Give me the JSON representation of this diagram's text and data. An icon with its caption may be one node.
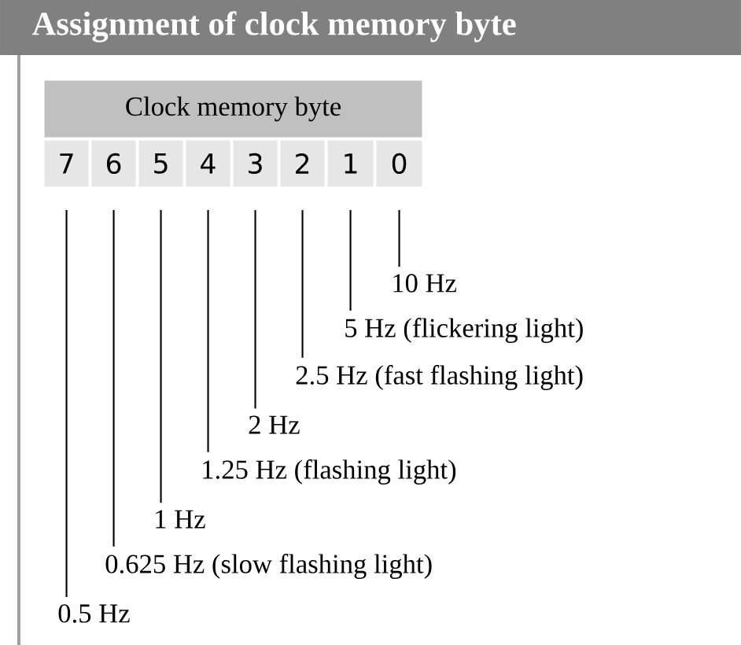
{
  "diagram": {
    "title": "Assignment of clock memory byte",
    "nodes": [
      {
        "text": [
          "Clock memory byte"
        ]
      },
      {
        "text": [
          "7"
        ]
      },
      {
        "text": [
          "6"
        ]
      },
      {
        "text": [
          "5"
        ]
      },
      {
        "text": [
          "4"
        ]
      },
      {
        "text": [
          "3"
        ]
      },
      {
        "text": [
          "2"
        ]
      },
      {
        "text": [
          "1"
        ]
      },
      {
        "text": [
          "0"
        ]
      },
      {
        "text": [
          "10 Hz"
        ]
      },
      {
        "text": [
          "5 Hz (flickering light)"
        ]
      },
      {
        "text": [
          "2.5 Hz (fast flashing light)"
        ]
      },
      {
        "text": [
          "2 Hz"
        ]
      },
      {
        "text": [
          "1.25 Hz (flashing light)"
        ]
      },
      {
        "text": [
          "1 Hz"
        ]
      },
      {
        "text": [
          "0.625 Hz (slow flashing light)"
        ]
      },
      {
        "text": [
          "0.5 Hz"
        ]
      }
    ],
    "edges": [
      {
        "from": 8,
        "to": 9,
        "arrow": "none"
      },
      {
        "from": 7,
        "to": 10,
        "arrow": "none"
      },
      {
        "from": 6,
        "to": 11,
        "arrow": "none"
      },
      {
        "from": 5,
        "to": 12,
        "arrow": "none"
      },
      {
        "from": 4,
        "to": 13,
        "arrow": "none"
      },
      {
        "from": 3,
        "to": 14,
        "arrow": "none"
      },
      {
        "from": 2,
        "to": 15,
        "arrow": "none"
      },
      {
        "from": 1,
        "to": 16,
        "arrow": "none"
      }
    ]
  }
}
